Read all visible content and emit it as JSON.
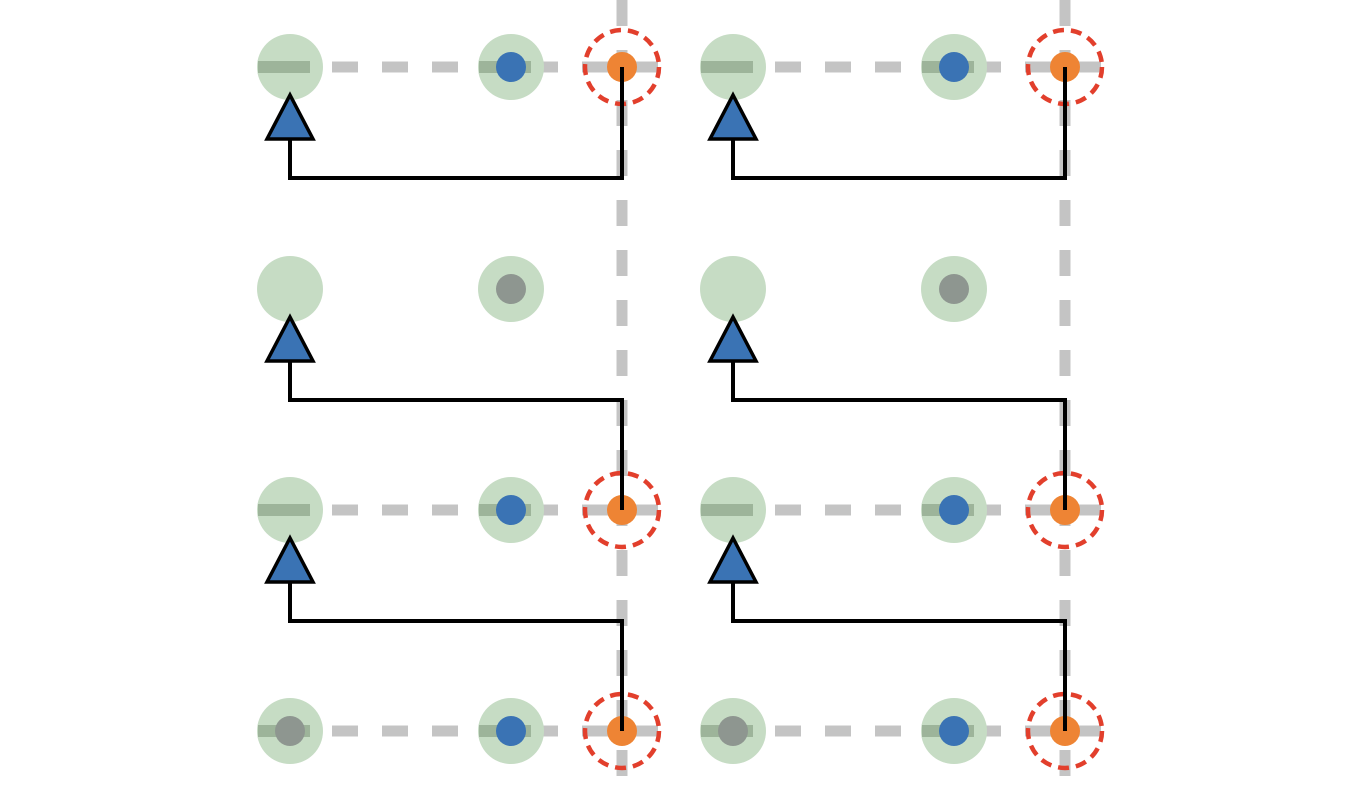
{
  "colors": {
    "background": "#ffffff",
    "halo": "#c6dcc4",
    "gridline": "#c4c4c4",
    "gridline_on_halo": "#9db49a",
    "blue": "#3a73b4",
    "orange": "#ee8434",
    "gray_dot": "#8e9690",
    "target_ring": "#e23f2c",
    "arrow": "#000000"
  },
  "icons": {
    "triangle": "up-triangle-icon",
    "target": "dashed-target-ring"
  },
  "panels": [
    {
      "name": "panel-left",
      "rows": [
        {
          "dots": [
            "bar",
            "blue",
            "orange"
          ],
          "target": true,
          "horizontal_line": true
        },
        {
          "dots": [
            "none",
            "gray",
            "none"
          ],
          "target": false,
          "horizontal_line": false
        },
        {
          "dots": [
            "bar",
            "blue",
            "orange"
          ],
          "target": true,
          "horizontal_line": true
        },
        {
          "dots": [
            "gray",
            "blue",
            "orange"
          ],
          "target": true,
          "horizontal_line": true
        }
      ],
      "arrows": [
        {
          "from_row": 0,
          "to_row": 0
        },
        {
          "from_row": 2,
          "to_row": 1
        },
        {
          "from_row": 3,
          "to_row": 2
        }
      ]
    },
    {
      "name": "panel-right",
      "rows": [
        {
          "dots": [
            "bar",
            "blue",
            "orange"
          ],
          "target": true,
          "horizontal_line": true
        },
        {
          "dots": [
            "none",
            "gray",
            "none"
          ],
          "target": false,
          "horizontal_line": false
        },
        {
          "dots": [
            "bar",
            "blue",
            "orange"
          ],
          "target": true,
          "horizontal_line": true
        },
        {
          "dots": [
            "gray",
            "blue",
            "orange"
          ],
          "target": true,
          "horizontal_line": true
        }
      ],
      "arrows": [
        {
          "from_row": 0,
          "to_row": 0
        },
        {
          "from_row": 2,
          "to_row": 1
        },
        {
          "from_row": 3,
          "to_row": 2
        }
      ]
    }
  ]
}
